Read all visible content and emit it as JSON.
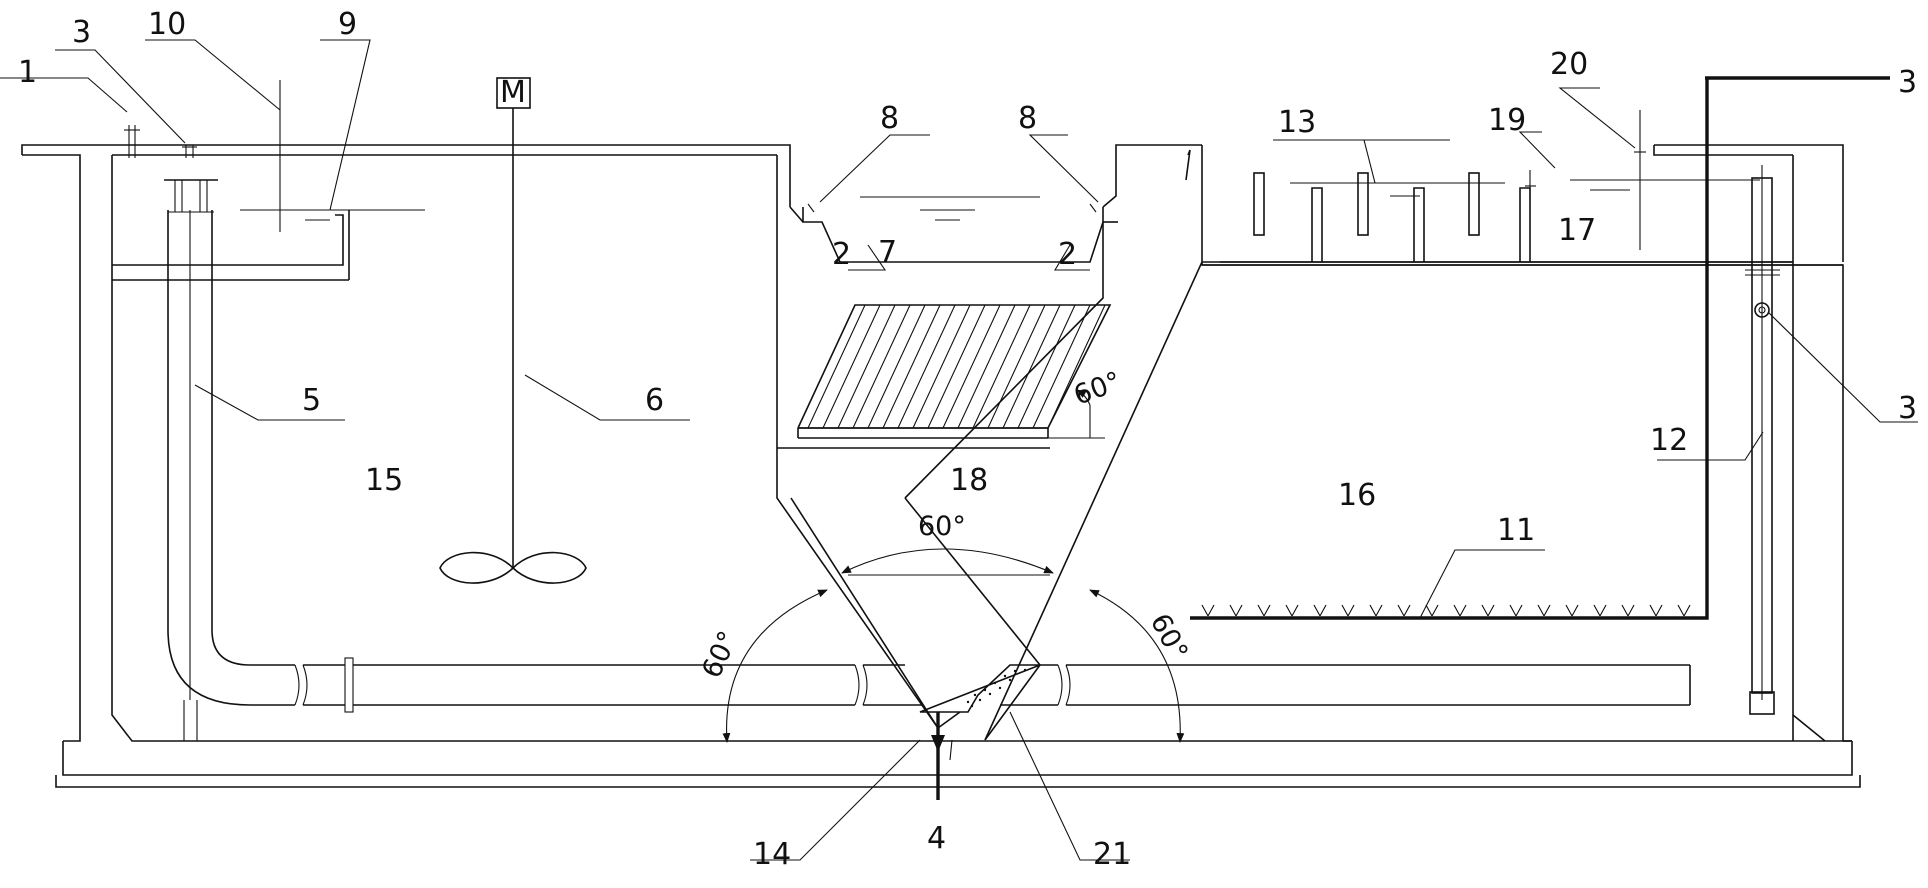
{
  "labels": {
    "n1": "1",
    "n3a": "3",
    "n10": "10",
    "n9": "9",
    "motor": "M",
    "n8a": "8",
    "n8b": "8",
    "n2a": "2",
    "n2b": "2",
    "n7": "7",
    "n13": "13",
    "n19": "19",
    "n20": "20",
    "n3b": "3",
    "n17": "17",
    "n5": "5",
    "n6": "6",
    "n15": "15",
    "n18": "18",
    "n16": "16",
    "n12": "12",
    "n3c": "3",
    "n11": "11",
    "n14": "14",
    "n4": "4",
    "n21": "21"
  },
  "angles": {
    "plate": "60°",
    "top": "60°",
    "left": "60°",
    "right": "60°"
  }
}
